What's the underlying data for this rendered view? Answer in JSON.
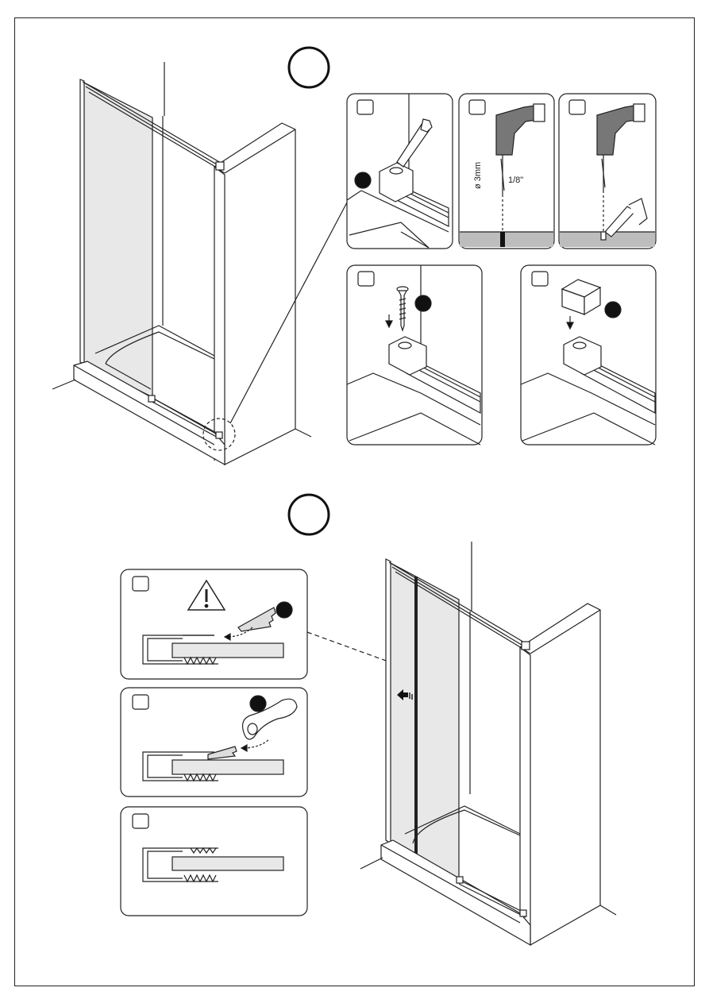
{
  "steps": [
    {
      "number": "",
      "shape": "circle-outline"
    },
    {
      "number": "",
      "shape": "circle-outline"
    }
  ],
  "drill_panel": {
    "diameter_label": "ø 3mm",
    "inch_label": "1/8\""
  },
  "colors": {
    "line": "#222222",
    "glass": "#e8e8e8",
    "floor_grey": "#bdbdbd",
    "background": "#ffffff"
  },
  "icons": [
    "screwdriver-icon",
    "drill-icon",
    "sealant-gun-icon",
    "screw-icon",
    "cap-icon",
    "warning-icon",
    "seal-strip-icon",
    "seal-tool-icon",
    "slide-arrow-icon"
  ]
}
